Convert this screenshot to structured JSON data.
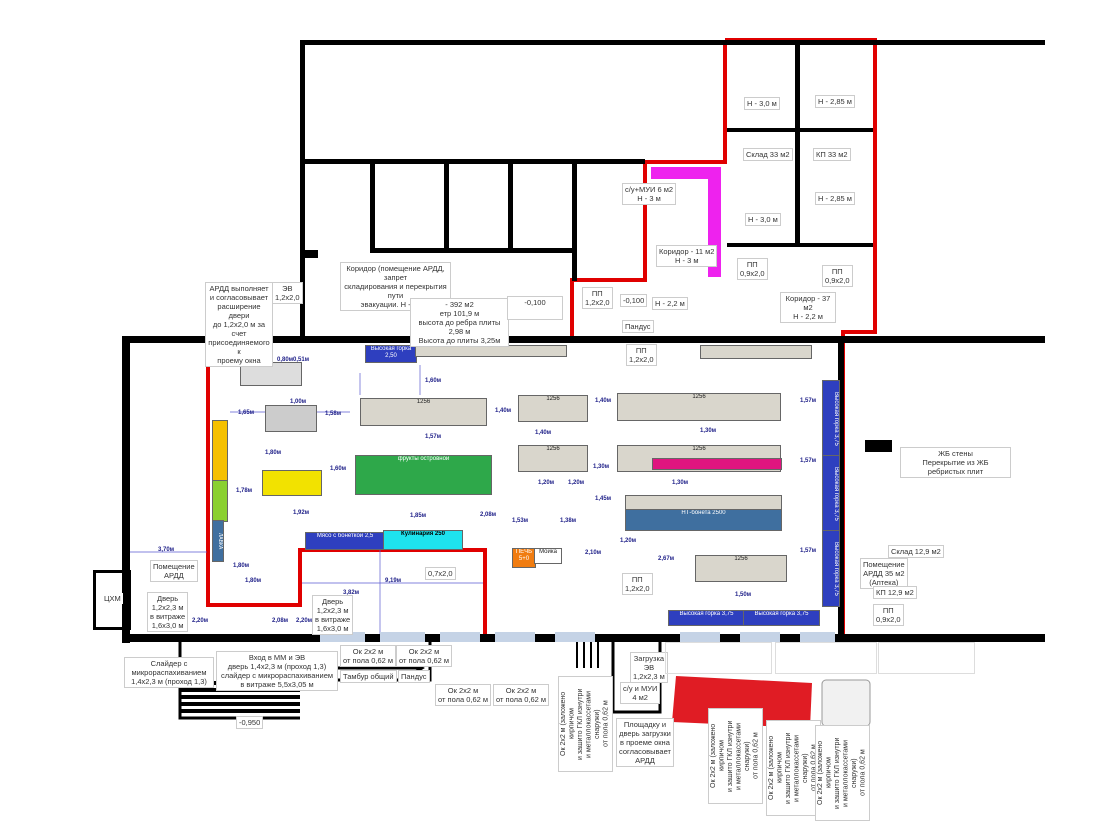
{
  "labels": {
    "ardd_expand": "АРДД выполняет\nи согласовывает\nрасширение двери\nдо 1,2х2,0 м за счет\nприсоединяемого к\nпроему окна",
    "ev_top": "ЭВ\n1,2х2,0",
    "corridor_main": "Коридор (помещение АРДД, запрет\nскладирования и перекрытия пути\nэвакуации. Н - 2,2 м",
    "area_info": "- 392 м2\nетр 101,9 м\nвысота до ребра плиты 2,98 м\nВысота до плиты 3,25м",
    "level_1": "-0,100",
    "pp_1": "ПП\n1,2х2,0",
    "level_2": "-0,100",
    "h_22_a": "Н - 2,2 м",
    "corridor_37": "Коридор - 37 м2\nН - 2,2 м",
    "pandus_top": "Пандус",
    "cu_mui": "с/у+МУИ 6 м2\nН - 3 м",
    "corridor_11": "Коридор - 11 м2\nН - 3 м",
    "h30_a": "Н - 3,0 м",
    "h285_a": "Н - 2,85 м",
    "sklad_33": "Склад 33 м2",
    "kp_33": "КП 33 м2",
    "h30_b": "Н - 3,0 м",
    "h285_b": "Н - 2,85 м",
    "pp_09_a": "ПП\n0,9х2,0",
    "pp_09_b": "ПП\n0,9х2,0",
    "zhb": "ЖБ стены\nПерекрытие из ЖБ ребристых плит",
    "sklad_129": "Склад 12,9 м2",
    "ardd_35": "Помещение\nАРДД 35 м2\n(Аптека)",
    "kp_129": "КП 12,9 м2",
    "pp_09_c": "ПП\n0,9х2,0",
    "ardd_room": "Помещение\nАРДД",
    "door_left": "Дверь\n1,2х2,3 м\nв витраже\n1,6х3,0 м",
    "door_mid": "Дверь\n1,2х2,3 м\nв витраже\n1,6х3,0 м",
    "tsxm": "ЦХМ",
    "door_07": "0,7х2,0",
    "slider": "Слайдер с\nмикрораспахиванием\n1,4х2,3 м (проход 1,3)",
    "entrance": "Вход в ММ и ЭВ\nдверь 1,4х2,3 м (проход 1,3)\nслайдер с микрораспахиванием\nв витраже 5,5х3,05 м",
    "window_1": "Ок 2х2 м\nот пола 0,62 м",
    "window_2": "Ок 2х2 м\nот пола 0,62 м",
    "tambur": "Тамбур общий",
    "pandus_bottom": "Пандус",
    "window_3": "Ок 2х2 м\nот пола 0,62 м",
    "window_4": "Ок 2х2 м\nот пола 0,62 м",
    "level_950": "-0,950",
    "pp_12_bottom": "ПП\n1,2х2,0",
    "pp_12_top": "ПП\n1,2х2,0",
    "loading": "Загрузка\nЭВ\n1,2х2,3 м",
    "cu_mui_4": "с/у и МУИ\n4 м2",
    "loading_note": "Площадку и\nдверь загрузки\nв проеме окна\nсогласовывает\nАРДД",
    "window_brick_1": "Ок 2х2 м (заложено кирпичом\nи зашито ГКЛ изнутри\nи металлокассетами снаружи)\nот пола 0,62 м",
    "window_brick_2": "Ок 2х2 м (заложено кирпичом\nи зашито ГКЛ изнутри\nи металлокассетами снаружи)\nот пола 0,62 м",
    "window_brick_3": "Ок 2х2 м (заложено кирпичом\nи зашито ГКЛ изнутри\nи металлокассетами снаружи)\nот пола 0,62 м",
    "window_brick_4": "Ок 2х2 м (заложено кирпичом\nи зашито ГКЛ изнутри\nи металлокассетами снаружи)\nот пола 0,62 м"
  },
  "fixtures": {
    "high_rack_250": "Высокая горка 2,50",
    "high_rack_375_a": "Высокая горка 3,75",
    "high_rack_375_b": "Высокая горка 3,75",
    "high_rack_375_c": "Высокая горка 3,75",
    "high_rack_375_bot_a": "Высокая горка 3,75",
    "high_rack_375_bot_b": "Высокая горка 3,75",
    "culinary": "Кулинария 250",
    "meat": "Мясо с бонеткой 2,5",
    "fruits": "фрукты островной",
    "oven": "ПЕЧЬ 5+0",
    "wash": "Мойка",
    "bottles": "НТ-бонета 2500",
    "lavka": "ЛАВКА"
  },
  "dims": [
    "1,60м",
    "1,65м",
    "1,58м",
    "1,57м",
    "1,40м",
    "1,40м",
    "1,40м",
    "1,57м",
    "1,30м",
    "1,57м",
    "1,30м",
    "1,30м",
    "1,20м",
    "1,20м",
    "1,45м",
    "1,53м",
    "1,38м",
    "2,08м",
    "1,85м",
    "1,92м",
    "1,78м",
    "1,60м",
    "1,00м",
    "1,80м",
    "3,70м",
    "9,19м",
    "3,82м",
    "2,20м",
    "2,08м",
    "2,20м",
    "2,10м",
    "2,67м",
    "1,50м",
    "1,57м",
    "1,20м",
    "0,80м",
    "0,51м",
    "1,80м",
    "1,80м"
  ],
  "rack_code": "1256",
  "colors": {
    "wall": "#000000",
    "boundary": "#e00000",
    "rack_blue": "#2e3fbf",
    "truck_red": "#e01c24"
  }
}
